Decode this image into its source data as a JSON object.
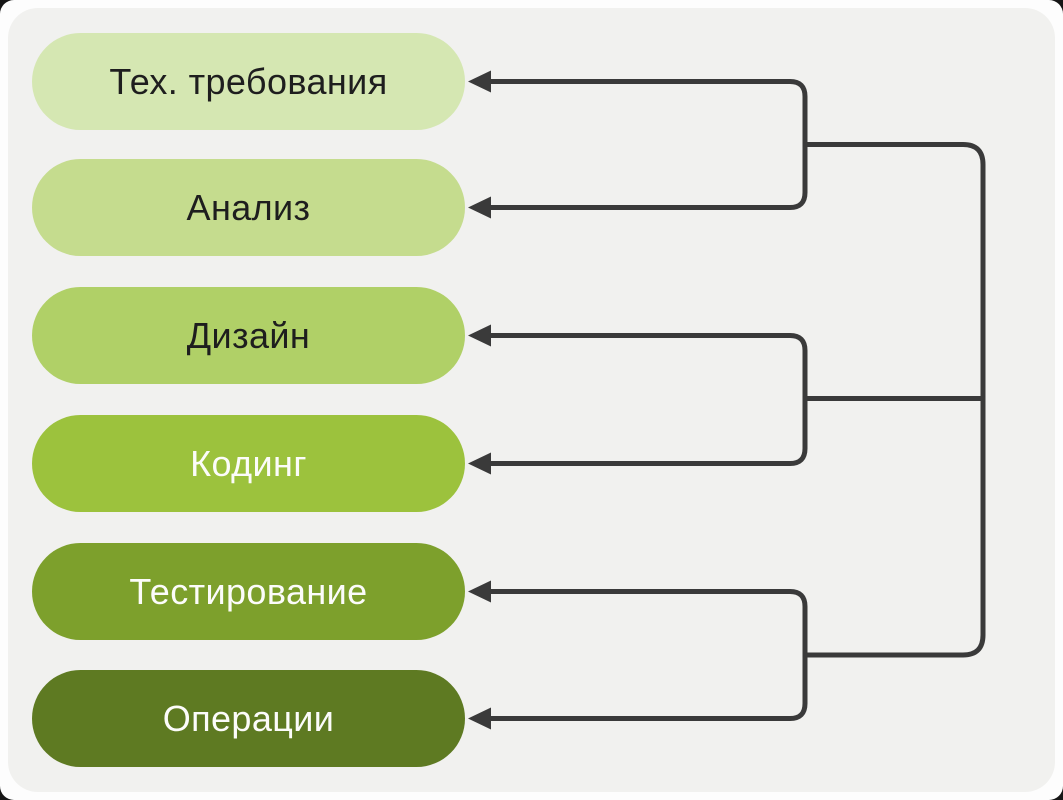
{
  "diagram": {
    "nodes": [
      {
        "id": "tech-requirements",
        "label": "Тех. требования",
        "fill": "#d5e7b2",
        "text_color": "#1e1e1e"
      },
      {
        "id": "analysis",
        "label": "Анализ",
        "fill": "#c5dc8e",
        "text_color": "#1e1e1e"
      },
      {
        "id": "design",
        "label": "Дизайн",
        "fill": "#b0d067",
        "text_color": "#1e1e1e"
      },
      {
        "id": "coding",
        "label": "Кодинг",
        "fill": "#9cc23d",
        "text_color": "#fcfcfa"
      },
      {
        "id": "testing",
        "label": "Тестирование",
        "fill": "#7da02c",
        "text_color": "#fcfcfa"
      },
      {
        "id": "operations",
        "label": "Операции",
        "fill": "#5e7a22",
        "text_color": "#fcfcfa"
      }
    ],
    "links": [
      {
        "group": 1,
        "arrow_targets": [
          "Тех. требования",
          "Анализ"
        ]
      },
      {
        "group": 2,
        "arrow_targets": [
          "Дизайн",
          "Кодинг"
        ]
      },
      {
        "group": 3,
        "arrow_targets": [
          "Тестирование",
          "Операции"
        ]
      },
      {
        "spine": "right vertical line joining groups 1, 2, 3"
      }
    ],
    "colors": {
      "connector": "#3a3a3a",
      "canvas_bg": "#f1f1ef",
      "frame_bg": "#fdfdfd",
      "outside_bg": "#161616"
    }
  }
}
